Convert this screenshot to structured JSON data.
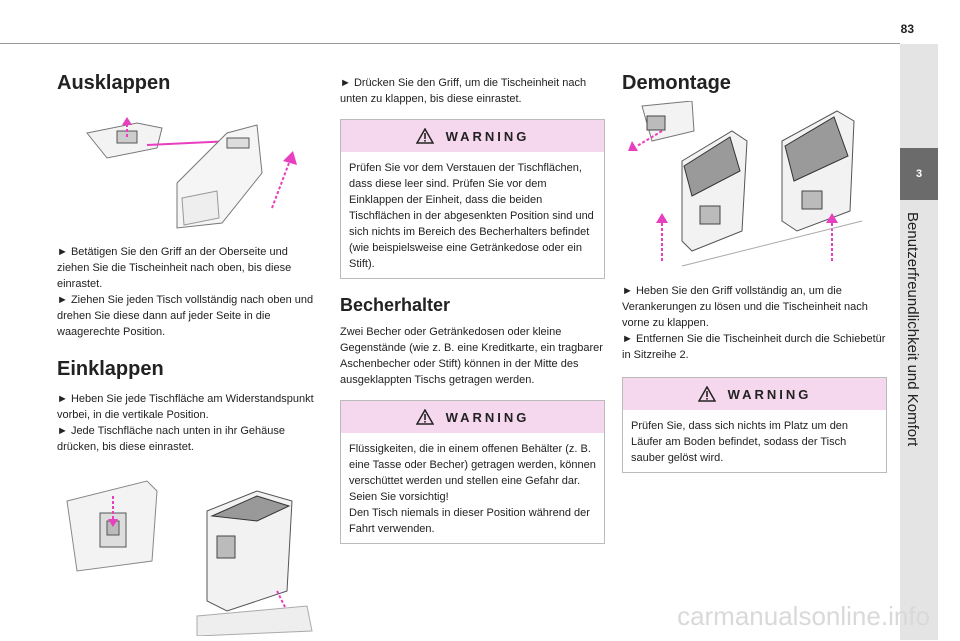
{
  "page_number": "83",
  "chapter_tab": "3",
  "chapter_title": "Benutzerfreundlichkeit und Komfort",
  "col1": {
    "heading1": "Ausklappen",
    "text1": "► Betätigen Sie den Griff an der Oberseite und ziehen Sie die Tischeinheit nach oben, bis diese einrastet.",
    "text2": "► Ziehen Sie jeden Tisch vollständig nach oben und drehen Sie diese dann auf jeder Seite in die waagerechte Position.",
    "heading2": "Einklappen",
    "text3": "► Heben Sie jede Tischfläche am Widerstandspunkt vorbei, in die vertikale Position.",
    "text4": "► Jede Tischfläche nach unten in ihr Gehäuse drücken, bis diese einrastet."
  },
  "col2": {
    "text1": "► Drücken Sie den Griff, um die Tischeinheit nach unten zu klappen, bis diese einrastet.",
    "warning1_title": "WARNING",
    "warning1_text": "Prüfen Sie vor dem Verstauen der Tischflächen, dass diese leer sind. Prüfen Sie vor dem Einklappen der Einheit, dass die beiden Tischflächen in der abgesenkten Position sind und sich nichts im Bereich des Becherhalters befindet (wie beispielsweise eine Getränkedose oder ein Stift).",
    "heading": "Becherhalter",
    "text2": "Zwei Becher oder Getränkedosen oder kleine Gegenstände (wie z. B. eine Kreditkarte, ein tragbarer Aschenbecher oder Stift) können in der Mitte des ausgeklappten Tischs getragen werden.",
    "warning2_title": "WARNING",
    "warning2_text1": "Flüssigkeiten, die in einem offenen Behälter (z. B. eine Tasse oder Becher) getragen werden, können verschüttet werden und stellen eine Gefahr dar.",
    "warning2_text2": "Seien Sie vorsichtig!",
    "warning2_text3": "Den Tisch niemals in dieser Position während der Fahrt verwenden."
  },
  "col3": {
    "heading": "Demontage",
    "text1": "► Heben Sie den Griff vollständig an, um die Verankerungen zu lösen und die Tischeinheit nach vorne zu klappen.",
    "text2": "► Entfernen Sie die Tischeinheit durch die Schiebetür in Sitzreihe 2.",
    "warning_title": "WARNING",
    "warning_text": "Prüfen Sie, dass sich nichts im Platz um den Läufer am Boden befindet, sodass der Tisch sauber gelöst wird."
  },
  "watermark": "carmanualsonline.info",
  "colors": {
    "accent_pink": "#e83fbf",
    "warning_bg": "#f6d8ee",
    "tab_gray": "#6b6b6b"
  }
}
